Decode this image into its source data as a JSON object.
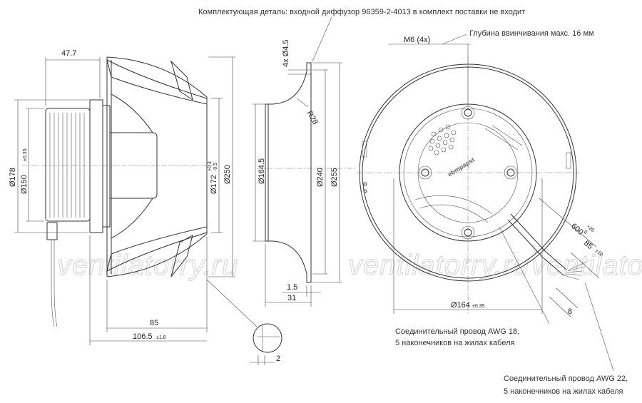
{
  "notes": {
    "top": "Комплектующая деталь: входной диффузор 96359-2-4013 в комплект поставки не входит",
    "screw_depth": "Глубина ввинчивания макс. 16 мм",
    "cable_awg18_line1": "Соединительный провод AWG 18,",
    "cable_awg18_line2": "5 наконечников на жилах кабеля",
    "cable_awg22_line1": "Соединительный провод AWG 22,",
    "cable_awg22_line2": "5 наконечников на жилах кабеля"
  },
  "dims_side": {
    "d47_7": "47.7",
    "d178": "Ø178",
    "d150": "Ø150",
    "d150_tol": "±0.35",
    "d172": "Ø172",
    "d172_tol_up": "+0.3",
    "d172_tol_dn": "-0.5",
    "d250": "Ø250",
    "d85": "85",
    "d106_5": "106.5",
    "d106_5_tol": "±1.8",
    "d2": "2"
  },
  "dims_nozzle": {
    "d4x4_5": "4x Ø4.5",
    "r28": "R28",
    "d164_5": "Ø164.5",
    "d240": "Ø240",
    "d255": "Ø255",
    "d1_5": "1.5",
    "d31": "31"
  },
  "dims_front": {
    "m6": "M6 (4x)",
    "d164": "Ø164",
    "d164_tol": "±0.35",
    "d600": "600",
    "d600_tol_up": "+20",
    "d600_tol_dn": "0",
    "d85": "85",
    "d85_tol": "±10",
    "d8": "8"
  },
  "logo": "ebmpapst",
  "watermarks": [
    "ventilatorry.ru",
    "ventilatorry.ru",
    "ventilatorry.ru"
  ]
}
